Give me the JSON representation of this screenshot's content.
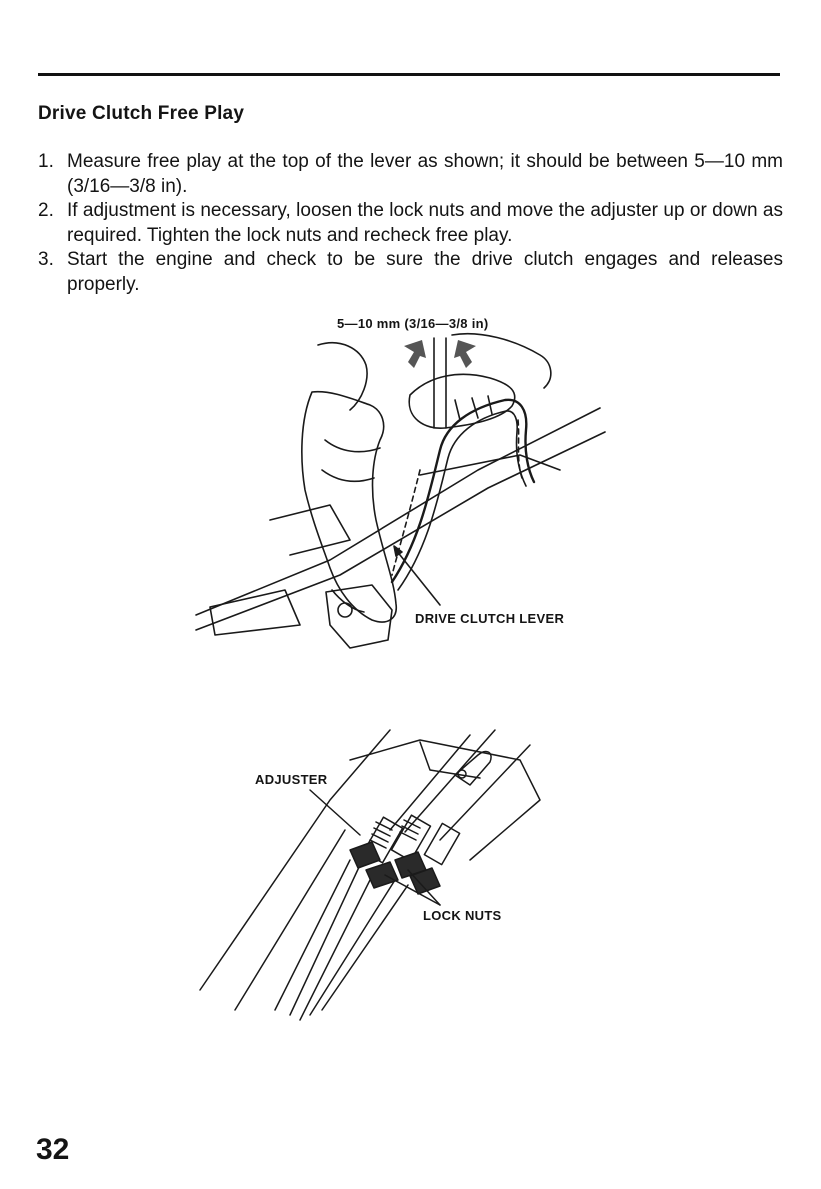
{
  "section_title": "Drive Clutch Free Play",
  "steps": [
    {
      "number": "1.",
      "text": "Measure free play at the top of the lever as shown; it should be between 5—10 mm (3/16—3/8 in)."
    },
    {
      "number": "2.",
      "text": "If adjustment is necessary, loosen the lock nuts and move the adjuster up or down as required. Tighten the lock nuts and recheck free play."
    },
    {
      "number": "3.",
      "text": "Start the engine and check to be sure the drive clutch engages and releases properly."
    }
  ],
  "figure_1": {
    "free_play_label": "5—10 mm (3/16—3/8 in)",
    "lever_label": "DRIVE CLUTCH LEVER"
  },
  "figure_2": {
    "adjuster_label": "ADJUSTER",
    "lock_nuts_label": "LOCK NUTS"
  },
  "page_number": "32"
}
